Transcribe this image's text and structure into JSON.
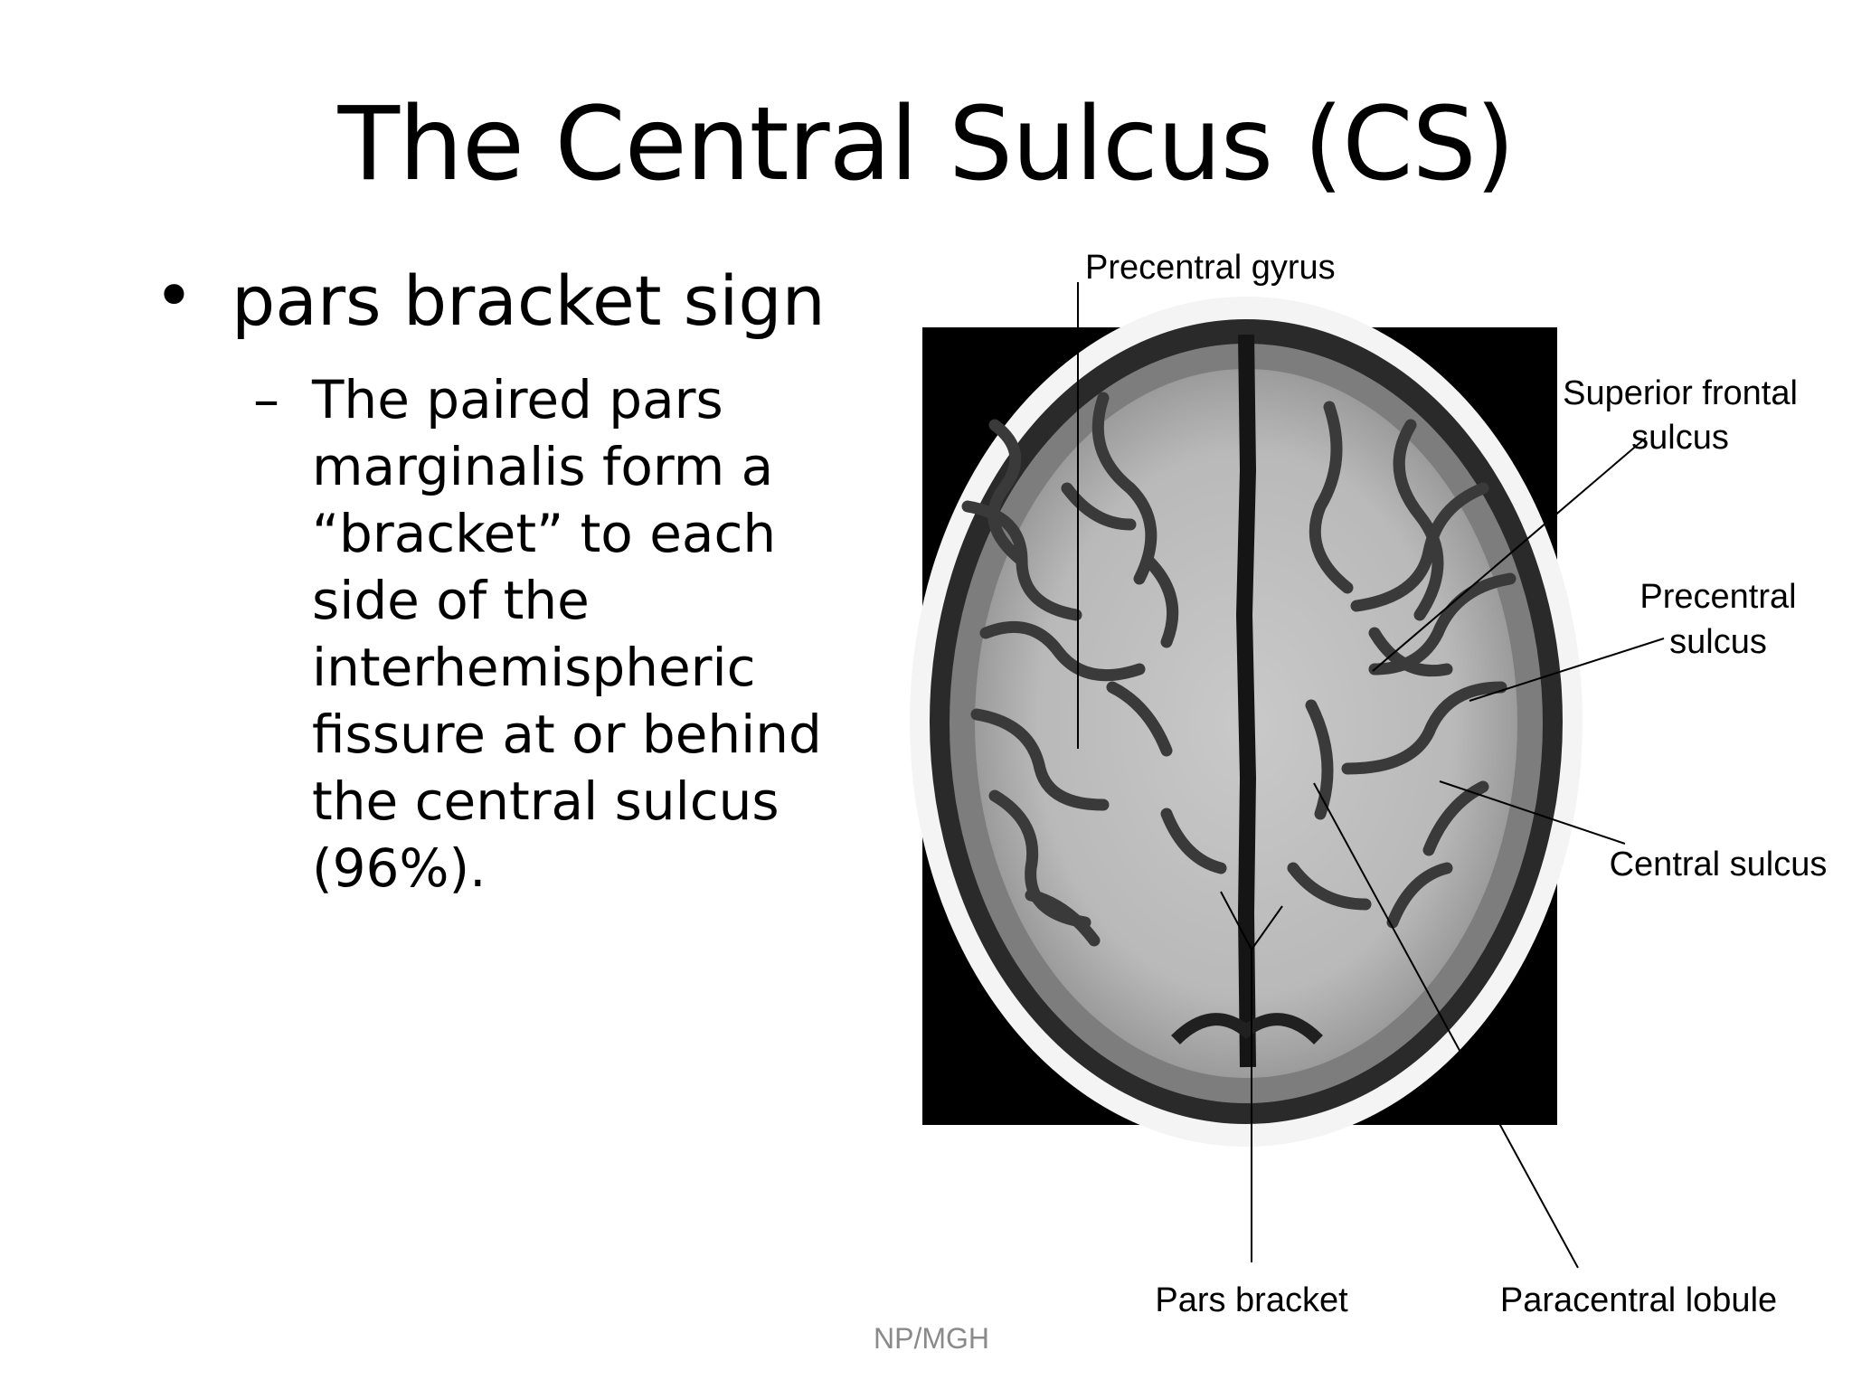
{
  "slide": {
    "title": "The Central Sulcus (CS)",
    "bullet": "pars bracket sign",
    "sub_bullet": "The paired pars marginalis form a “bracket” to each side of the interhemispheric fissure at or behind the central sulcus (96%).",
    "footer": "NP/MGH"
  },
  "figure": {
    "labels": {
      "precentral_gyrus": "Precentral gyrus",
      "superior_frontal_sulcus_1": "Superior frontal",
      "superior_frontal_sulcus_2": "sulcus",
      "precentral_sulcus_1": "Precentral",
      "precentral_sulcus_2": "sulcus",
      "central_sulcus": "Central sulcus",
      "pars_bracket": "Pars bracket",
      "paracentral_lobule": "Paracentral lobule"
    }
  }
}
